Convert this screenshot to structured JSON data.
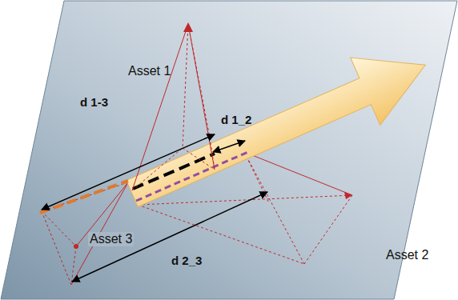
{
  "diagram": {
    "labels": [
      "Asset 1",
      "d 1-3",
      "d 1_2",
      "Asset 2",
      "Asset 3",
      "d 2_3"
    ]
  }
}
